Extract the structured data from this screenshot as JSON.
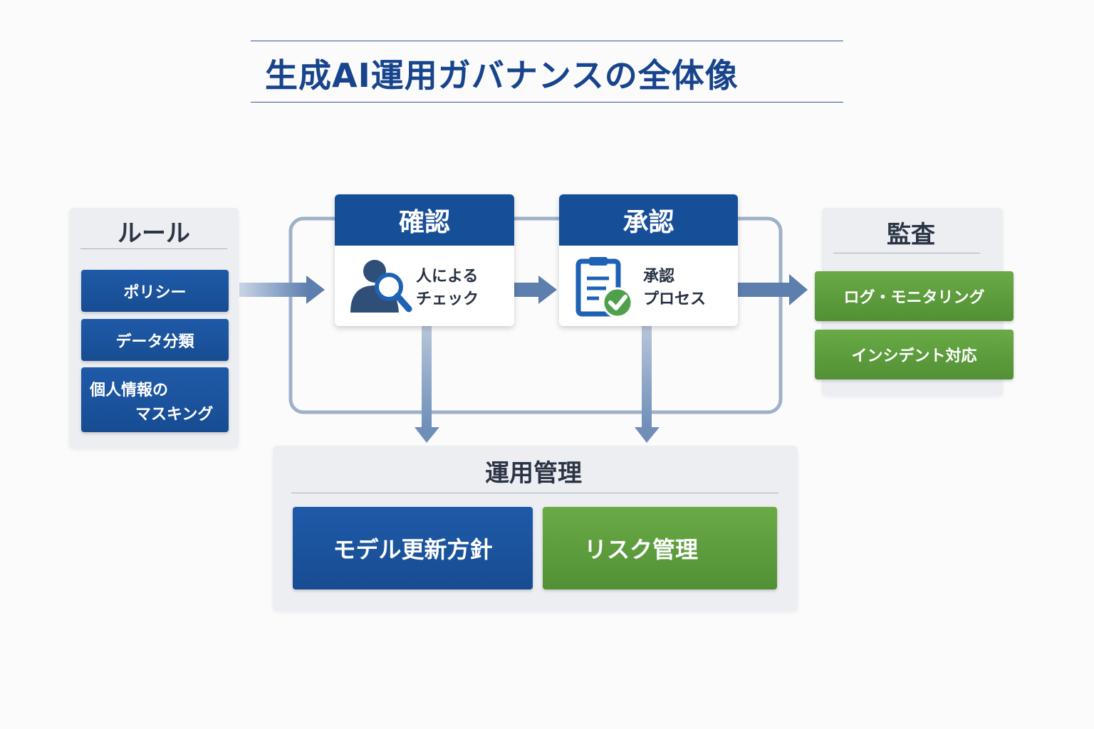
{
  "title": "生成AI運用ガバナンスの全体像",
  "rules": {
    "title": "ルール",
    "items": [
      "ポリシー",
      "データ分類",
      "個人情報の",
      "マスキング"
    ]
  },
  "confirm": {
    "title": "確認",
    "line1": "人による",
    "line2": "チェック",
    "icon": "person-search-icon"
  },
  "approve": {
    "title": "承認",
    "line1": "承認",
    "line2": "プロセス",
    "icon": "clipboard-check-icon"
  },
  "audit": {
    "title": "監査",
    "items": [
      "ログ・モニタリング",
      "インシデント対応"
    ]
  },
  "operations": {
    "title": "運用管理",
    "items": [
      "モデル更新方針",
      "リスク管理"
    ]
  },
  "colors": {
    "title": "#17448c",
    "primary_blue": "#174e98",
    "green": "#5a9a3c",
    "arrow": "#4a6f9f",
    "panel": "#eceef2"
  }
}
